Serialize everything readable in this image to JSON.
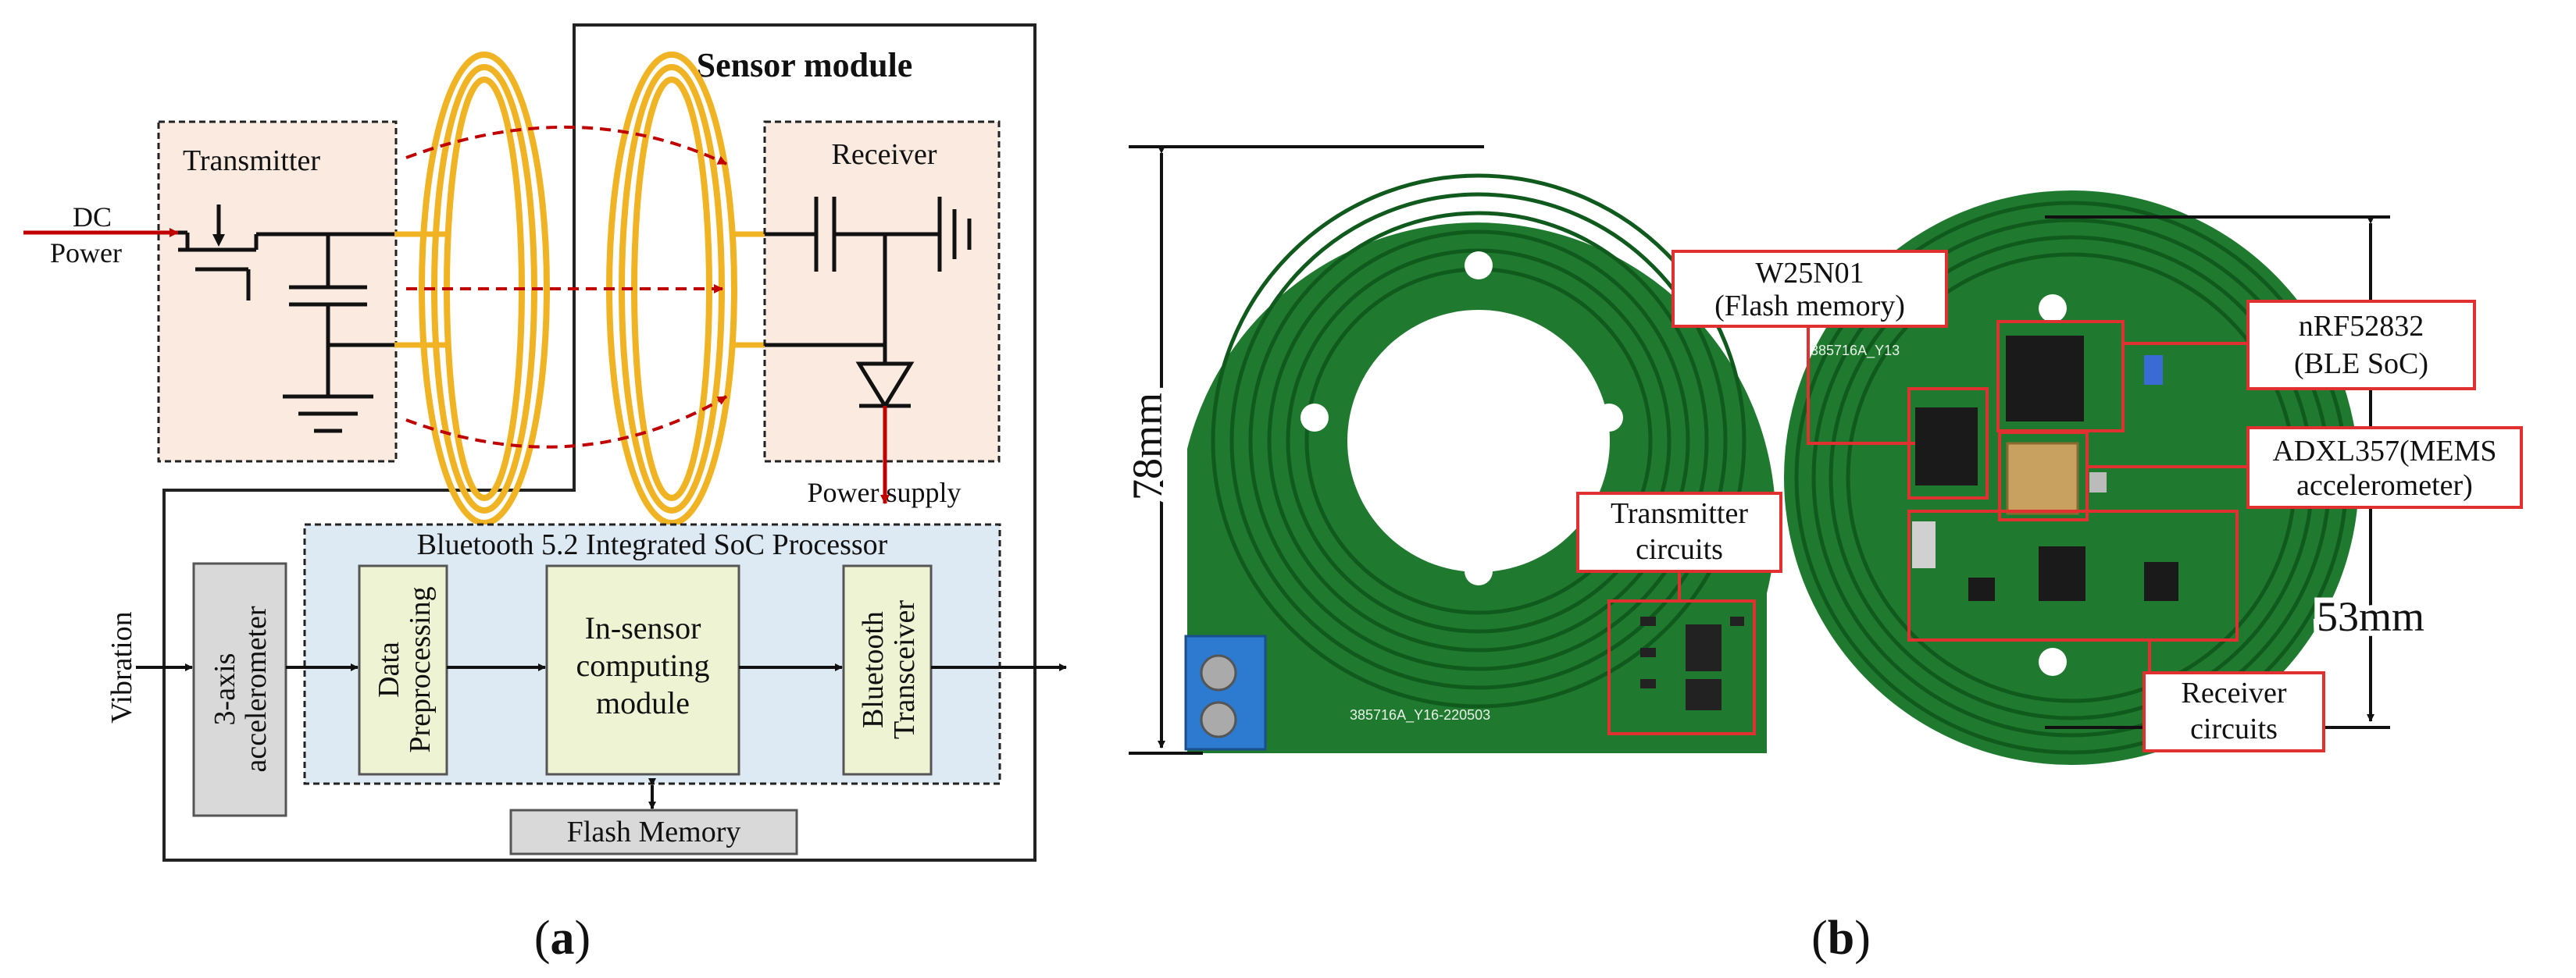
{
  "panel_a": {
    "sensor_module_title": "Sensor module",
    "dc_power": [
      "DC",
      "Power"
    ],
    "transmitter": "Transmitter",
    "receiver": "Receiver",
    "power_supply": "Power supply",
    "soc_title": "Bluetooth 5.2 Integrated SoC Processor",
    "vibration": "Vibration",
    "accelerometer": [
      "3-axis",
      "accelerometer"
    ],
    "data_preprocessing": [
      "Data",
      "Preprocessing"
    ],
    "in_sensor": [
      "In-sensor",
      "computing",
      "module"
    ],
    "bluetooth": [
      "Bluetooth",
      "Transceiver"
    ],
    "flash_memory": "Flash Memory",
    "label": "a"
  },
  "panel_b": {
    "dim_78": "78mm",
    "dim_53": "53mm",
    "w25n01": [
      "W25N01",
      "(Flash memory)"
    ],
    "nrf": [
      "nRF52832",
      "(BLE SoC)"
    ],
    "adxl": [
      "ADXL357(MEMS",
      "accelerometer)"
    ],
    "transmitter_circuits": [
      "Transmitter",
      "circuits"
    ],
    "receiver_circuits": [
      "Receiver",
      "circuits"
    ],
    "silk_left": "385716A_Y16-220503",
    "silk_right": "385716A_Y13",
    "label": "b"
  },
  "colors": {
    "coil": "#f0b323",
    "arrow_red": "#c00000",
    "callout": "#e03030",
    "pcb": "#1f7a2f",
    "pcb_track": "#0f5a1c",
    "pink": "#fbeae0",
    "blue": "#dde9f3",
    "yellowgreen": "#eef3d4",
    "grey": "#d9d9d9"
  }
}
